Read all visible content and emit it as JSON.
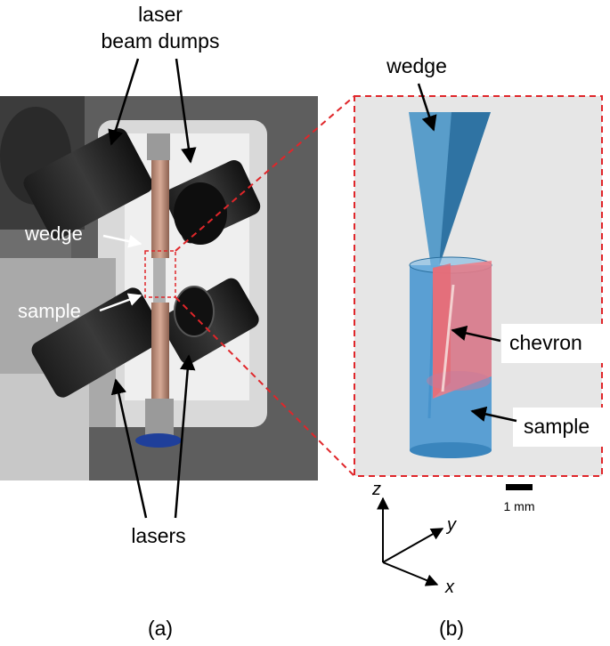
{
  "panel_a": {
    "caption": "(a)",
    "labels": {
      "laser_beam_dumps_line1": "laser",
      "laser_beam_dumps_line2": "beam dumps",
      "wedge": "wedge",
      "sample": "sample",
      "lasers": "lasers"
    }
  },
  "panel_b": {
    "caption": "(b)",
    "labels": {
      "wedge": "wedge",
      "chevron": "chevron",
      "sample": "sample"
    },
    "scale_bar": "1 mm",
    "axes": {
      "z": "z",
      "y": "y",
      "x": "x"
    }
  },
  "colors": {
    "wedge_blue": "#3f8fc4",
    "sample_blue": "#4a97d0",
    "chevron_red": "#f07c86",
    "dashed_outline": "#e0262a",
    "panel_b_background": "#e6e6e6"
  }
}
